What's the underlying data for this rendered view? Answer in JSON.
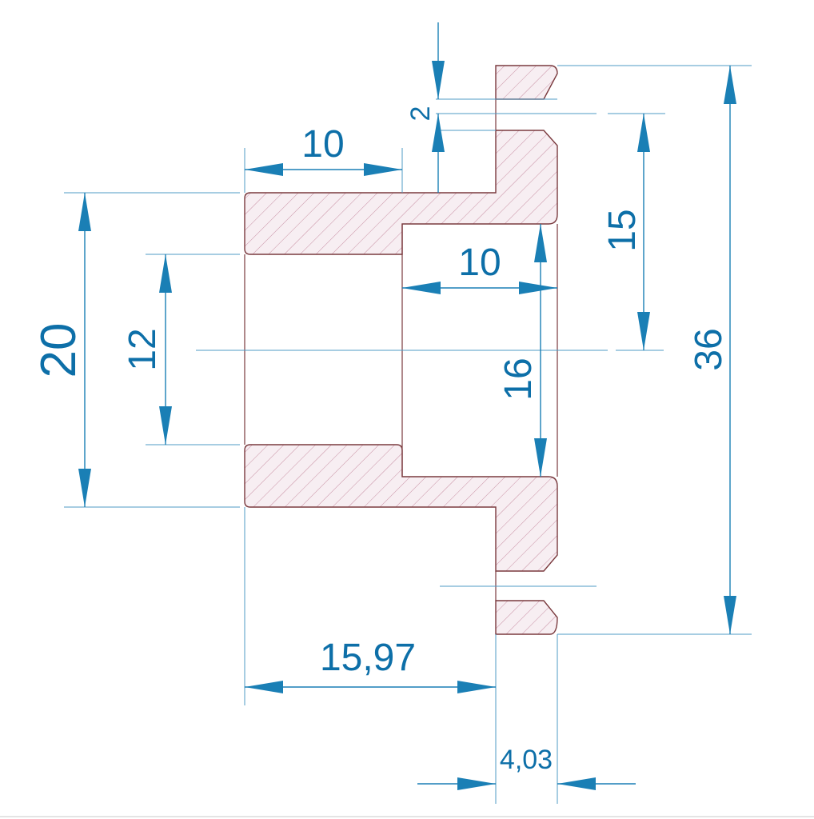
{
  "drawing": {
    "accent_color": "#1a7fb5",
    "outline_color": "#7a3a3e",
    "hatch_color": "#d8a0b0",
    "dimensions": {
      "outer_diameter": "36",
      "bore_step_diameter": "16",
      "hub_diameter": "20",
      "inner_bore": "12",
      "flange_inner": "15",
      "hub_length": "10",
      "step_length": "10",
      "groove_width": "2",
      "body_length": "15,97",
      "flange_thickness": "4,03"
    }
  }
}
